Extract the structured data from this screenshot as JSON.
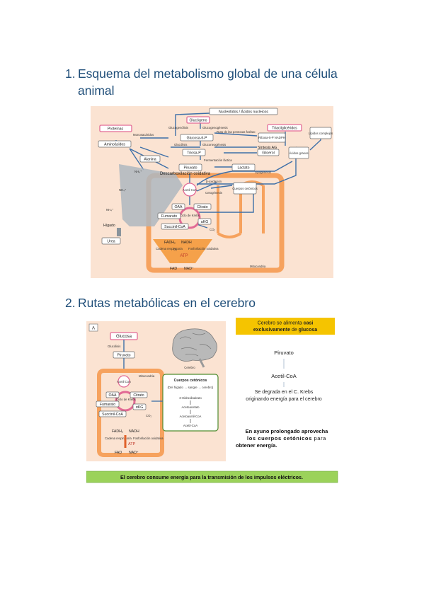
{
  "sections": [
    {
      "number": "1.",
      "title_line1": "Esquema del metabolismo global de una célula",
      "title_line2": "animal"
    },
    {
      "number": "2.",
      "title_line1": "Rutas metabólicas en el cerebro"
    }
  ],
  "fig1": {
    "proteinas": "Proteínas",
    "aminoacidos": "Aminoácidos",
    "glucogeno": "Glucógeno",
    "nucleotidos": "Nucleótidos / Ácidos nucleicos",
    "trigliceridos": "Triacilglicéridos",
    "lipidos": "Lípidos complejos",
    "monosacaridos": "Monosacáridos",
    "glucogenolisis": "Glucogenólisis",
    "glucogenesis": "Glucogenogénesis",
    "ruta_pentosas": "Ruta de las pentosas fosfato",
    "glucosa6p": "Glucosa-6-P",
    "ribosa": "Ribosa-5-P NADPH",
    "sintesis_ag": "Síntesis AG",
    "glucolisis": "Glucólisis",
    "gluconeogenesis": "Gluconeogénesis",
    "triosap": "Triosa-P",
    "glicerol": "Glicerol",
    "acidos_grasos": "Ácidos grasos",
    "alanina": "Alanina",
    "fermentacion": "Fermentación láctica",
    "piruvato": "Piruvato",
    "lactato": "Lactato",
    "nh4": "NH₄⁺",
    "descarbox": "Descarboxilación oxidativa",
    "lipogenesis": "Lipogénesis",
    "beta_oxidacion": "β-oxidación",
    "acetilcoa": "Acetil CoA",
    "cuerpos": "Cuerpos cetónicos",
    "cetogenesis": "Cetogénesis",
    "higado": "Hígado",
    "urea": "Urea",
    "oaa": "OAA",
    "citrato": "Citrato",
    "ciclo_krebs": "Ciclo de Krebs",
    "fumarato": "Fumarato",
    "akg": "αKG",
    "succinil": "Succinil-CoA",
    "co2": "CO₂",
    "fadh2": "FADH₂",
    "nadh": "NADH",
    "o2": "O₂",
    "cadena": "Cadena respiratoria",
    "fosforilacion": "Fosforilación oxidativa",
    "atp": "ATP",
    "fad": "FAD",
    "nad": "NAD⁺",
    "mitocondria": "Mitocondria"
  },
  "fig2": {
    "panel": "A",
    "glucosa": "Glucosa",
    "glucolisis": "Glucólisis",
    "piruvato": "Piruvato",
    "mitocondria": "Mitocondria",
    "acetilcoa": "Acetil CoA",
    "oaa": "OAA",
    "citrato": "Citrato",
    "ciclo_krebs": "Ciclo de Krebs",
    "fumarato": "Fumarato",
    "akg": "αKG",
    "succinil": "Succinil-CoA",
    "co2": "CO₂",
    "fadh2": "FADH₂",
    "nadh": "NADH",
    "cadena": "Cadena respiratoria",
    "fosforilacion": "Fosforilación oxidativa",
    "atp": "ATP",
    "fad": "FAD",
    "nad": "NAD⁺",
    "cerebro": "Cerebro",
    "cuerpos_title": "Cuerpos cetónicos",
    "cuerpos_sub": "(Del hígado → sangre → cerebro)",
    "hidroxibutirato": "3-Hidroxibutirato",
    "acetoacetato": "Acetoacetato",
    "acetoacetil": "Acetoacetil-CoA",
    "acetil_coa_small": "Acetil-CoA",
    "banner_pre": "Cerebro se alimenta ",
    "banner_bold": "casi exclusivamente",
    "banner_mid": " de ",
    "banner_bold2": "glucosa",
    "piruvato_big": "Piruvato",
    "acetil_big": "Acetil-CoA",
    "degrada_line1": "Se degrada en el C. Krebs",
    "degrada_line2": "originando energía para el cerebro",
    "ayuno_line1": "En ayuno prolongado aprovecha",
    "ayuno_bold": "los cuerpos cetónicos",
    "ayuno_line2_end": " para",
    "ayuno_line3": "obtener energía.",
    "footer": "El cerebro consume energía para la transmisión de los impulsos eléctricos."
  },
  "colors": {
    "heading": "#1f4e79",
    "figure_bg": "#fbe3d2",
    "mitochondria": "#f6a25e",
    "arrow": "#3d6fa8",
    "pink_border": "#e26a95",
    "banner_yellow": "#f5c400",
    "footer_green": "#9bd25a",
    "ketone_border": "#4f8c2f"
  }
}
